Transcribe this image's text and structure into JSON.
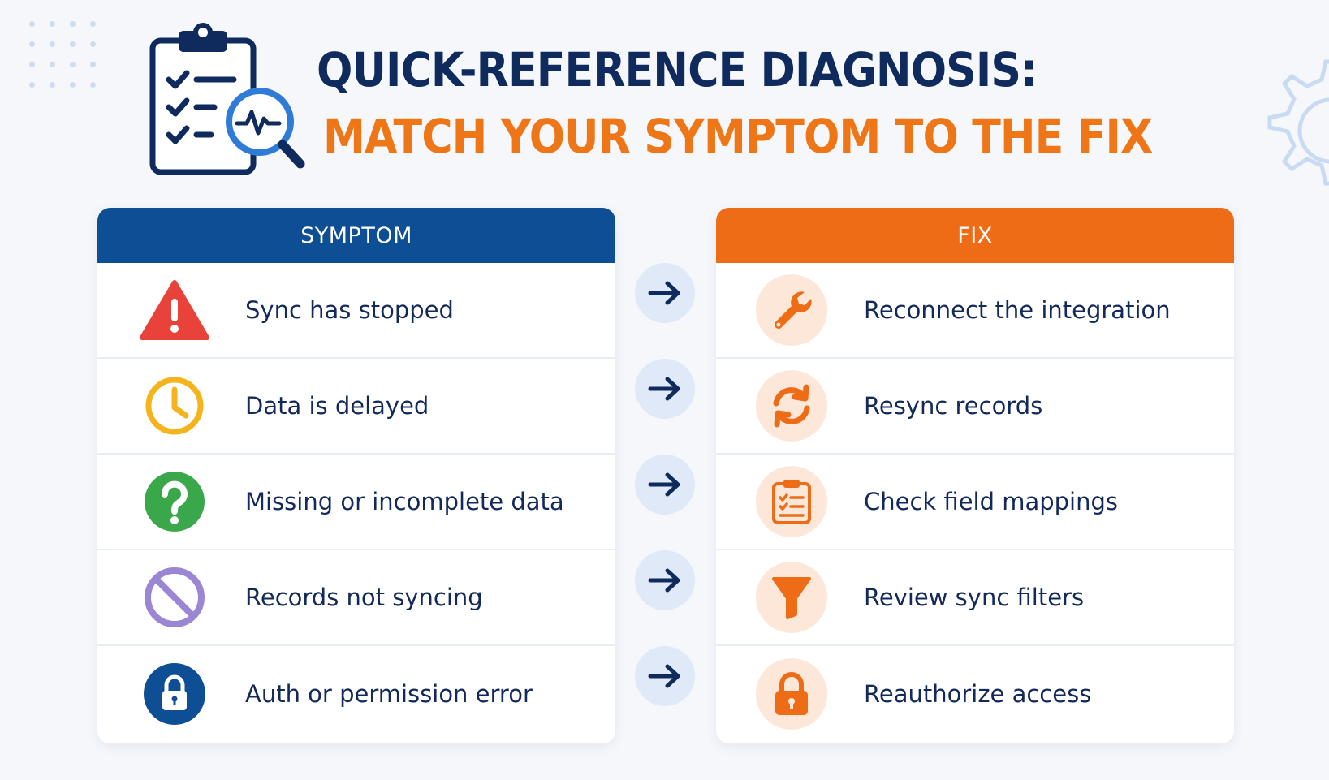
{
  "title": "QUICK-REFERENCE DIAGNOSIS:",
  "subtitle": "MATCH YOUR SYMPTOM TO THE FIX",
  "colors": {
    "navy": "#0f2a5c",
    "blue_header": "#0d4e94",
    "orange": "#ef7617",
    "orange_header": "#ef6c17",
    "red": "#e8423a",
    "amber": "#f5b41b",
    "green": "#3aa84a",
    "purple": "#9b86d3",
    "light_orange_badge": "#fde7d8",
    "arrow_bg": "#dfe9f7"
  },
  "symptom_header": "SYMPTOM",
  "fix_header": "FIX",
  "rows": [
    {
      "symptom": "Sync has stopped",
      "symptom_icon": "warning-icon",
      "fix": "Reconnect the integration",
      "fix_icon": "wrench-icon"
    },
    {
      "symptom": "Data is delayed",
      "symptom_icon": "clock-icon",
      "fix": "Resync records",
      "fix_icon": "refresh-icon"
    },
    {
      "symptom": "Missing or incomplete data",
      "symptom_icon": "question-icon",
      "fix": "Check field mappings",
      "fix_icon": "clipboard-icon"
    },
    {
      "symptom": "Records not syncing",
      "symptom_icon": "prohibited-icon",
      "fix": "Review sync filters",
      "fix_icon": "filter-icon"
    },
    {
      "symptom": "Auth or permission error",
      "symptom_icon": "lock-icon",
      "fix": "Reauthorize access",
      "fix_icon": "lock-icon"
    }
  ]
}
